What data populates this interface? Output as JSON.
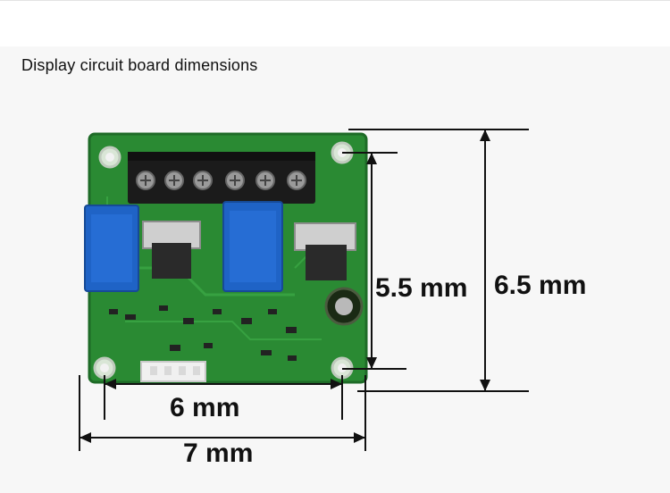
{
  "title": "Display circuit board dimensions",
  "dimensions": {
    "inner_height": "5.5 mm",
    "outer_height": "6.5 mm",
    "inner_width": "6 mm",
    "outer_width": "7 mm"
  },
  "colors": {
    "pcb": "#2a8a33",
    "pcb_dark": "#1e6b27",
    "relay": "#1f63c6",
    "terminal": "#1b1b1b",
    "dimension_line": "#111111"
  }
}
